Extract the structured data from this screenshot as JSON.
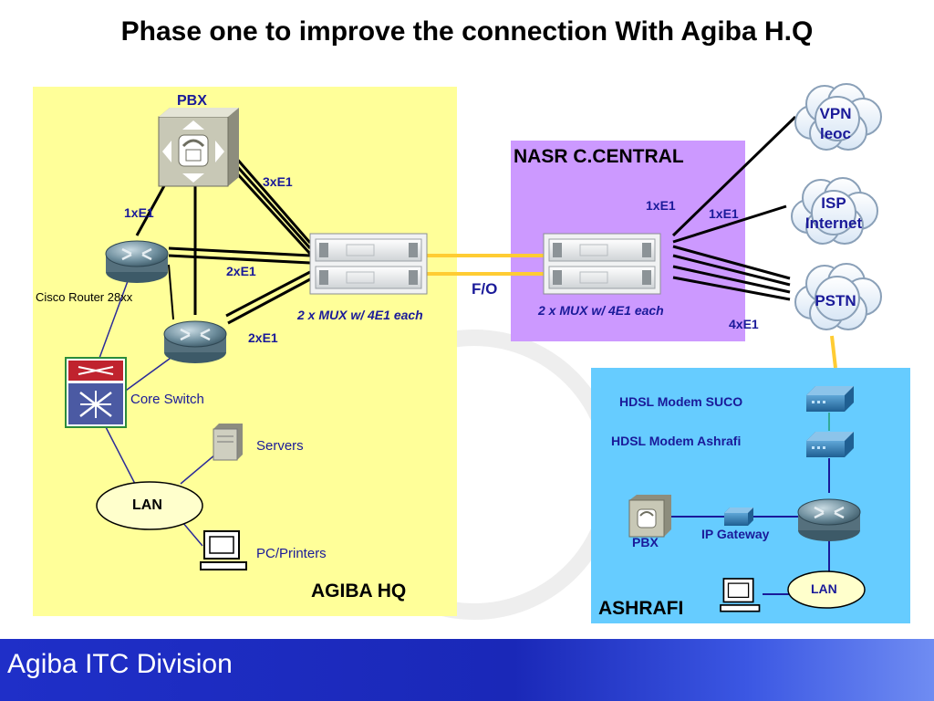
{
  "title": "Phase one to improve the connection With Agiba H.Q",
  "zones": {
    "agiba_hq": "AGIBA HQ",
    "nasr_central": "NASR C.CENTRAL",
    "ashrafi": "ASHRAFI"
  },
  "agiba_hq": {
    "pbx": "PBX",
    "router_label": "Cisco Router 28xx",
    "core_switch": "Core Switch",
    "servers": "Servers",
    "lan": "LAN",
    "pc_printers": "PC/Printers",
    "mux": "2 x MUX w/ 4E1 each",
    "link_3xe1": "3xE1",
    "link_1xe1": "1xE1",
    "link_2xe1_a": "2xE1",
    "link_2xe1_b": "2xE1"
  },
  "fo_link": "F/O",
  "nasr_central": {
    "mux": "2 x MUX w/ 4E1 each",
    "link_1xe1_a": "1xE1",
    "link_1xe1_b": "1xE1",
    "link_4xe1": "4xE1"
  },
  "clouds": {
    "vpn_line1": "VPN",
    "vpn_line2": "leoc",
    "isp_line1": "ISP",
    "isp_line2": "Internet",
    "pstn": "PSTN"
  },
  "ashrafi": {
    "modem_suco": "HDSL Modem  SUCO",
    "modem_ashrafi": "HDSL Modem  Ashrafi",
    "ip_gateway": "IP Gateway",
    "pbx": "PBX",
    "lan": "LAN"
  },
  "footer": "Agiba ITC Division",
  "colors": {
    "agiba_zone": "#ffff99",
    "nasr_zone": "#cc99ff",
    "ashrafi_zone": "#66ccff",
    "fiber": "#ffcc33",
    "label_blue": "#1a1a99",
    "footer_blue": "#1f2fc8"
  }
}
